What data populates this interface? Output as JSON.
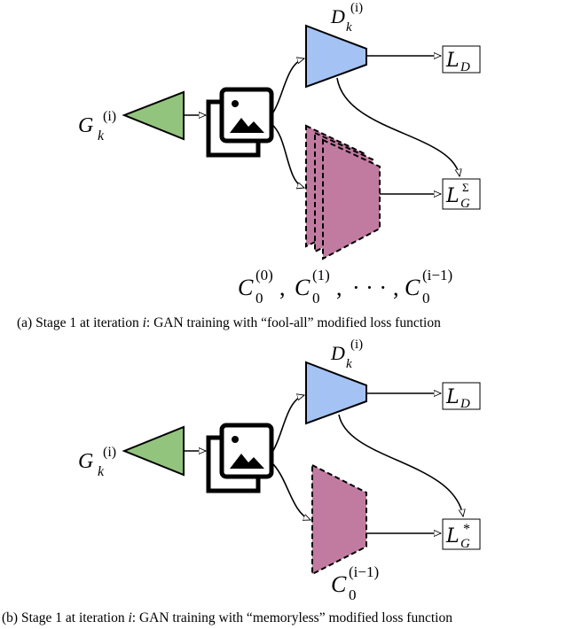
{
  "colors": {
    "generator": "#93c47d",
    "discriminator": "#a4c2f4",
    "classifier": "#c27ba0",
    "stroke": "#000000"
  },
  "icons": [
    "image-stack-icon"
  ],
  "panel_a": {
    "generator": {
      "base": "G",
      "sub": "k",
      "sup": "(i)"
    },
    "discriminator": {
      "base": "D",
      "sub": "k",
      "sup": "(i)"
    },
    "loss_d": {
      "base": "L",
      "sub": "D"
    },
    "loss_g": {
      "base": "L",
      "sub": "G",
      "sup": "Σ"
    },
    "classifiers": [
      {
        "base": "C",
        "sub": "0",
        "sup": "(0)"
      },
      {
        "base": "C",
        "sub": "0",
        "sup": "(1)"
      },
      {
        "base": "C",
        "sub": "0",
        "sup": "(i−1)"
      }
    ],
    "sep": ",",
    "dots": "· · ·",
    "caption": {
      "pre": "(a) Stage 1 at iteration ",
      "var": "i",
      "post": ": GAN training with “fool-all” modified loss function"
    }
  },
  "panel_b": {
    "generator": {
      "base": "G",
      "sub": "k",
      "sup": "(i)"
    },
    "discriminator": {
      "base": "D",
      "sub": "k",
      "sup": "(i)"
    },
    "loss_d": {
      "base": "L",
      "sub": "D"
    },
    "loss_g": {
      "base": "L",
      "sub": "G",
      "sup": "*"
    },
    "classifier": {
      "base": "C",
      "sub": "0",
      "sup": "(i−1)"
    },
    "caption": {
      "pre": "(b) Stage 1 at iteration ",
      "var": "i",
      "post": ": GAN training with “memoryless” modified loss function"
    }
  }
}
